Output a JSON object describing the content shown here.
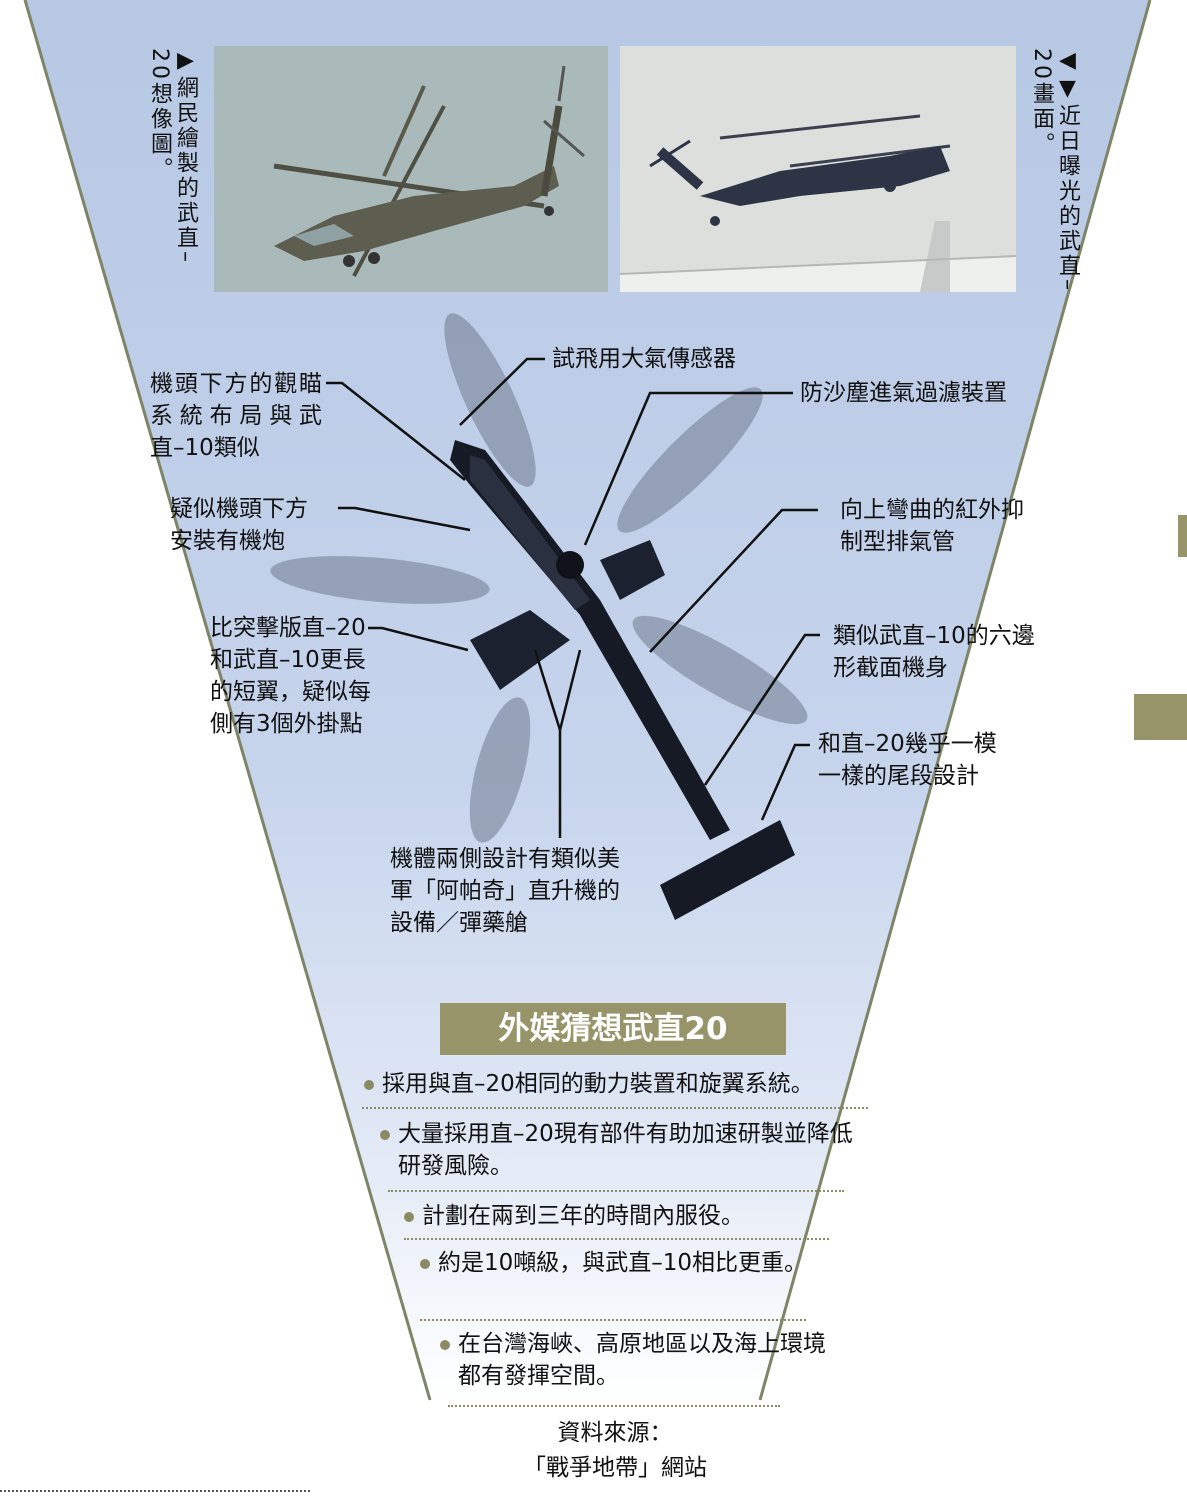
{
  "photo_captions": {
    "left": "▶網民繪製的武直–20想像圖。",
    "right": "◀▼近日曝光的武直–20畫面。"
  },
  "callouts": {
    "sighting": "機頭下方的觀瞄系統布局與武直–10類似",
    "test_sensor": "試飛用大氣傳感器",
    "dust_filter": "防沙塵進氣過濾裝置",
    "cannon": "疑似機頭下方安裝有機炮",
    "exhaust": "向上彎曲的紅外抑制型排氣管",
    "wings": "比突擊版直–20和武直–10更長的短翼，疑似每側有3個外掛點",
    "fuselage": "類似武直–10的六邊形截面機身",
    "tail": "和直–20幾乎一模一樣的尾段設計",
    "pods": "機體兩側設計有類似美軍「阿帕奇」直升機的設備／彈藥艙"
  },
  "title": "外媒猜想武直20",
  "bullets": [
    "採用與直–20相同的動力裝置和旋翼系統。",
    "大量採用直–20現有部件有助加速研製並降低研發風險。",
    "計劃在兩到三年的時間內服役。",
    "約是10噸級，與武直–10相比更重。",
    "在台灣海峽、高原地區以及海上環境都有發揮空間。"
  ],
  "source": {
    "label": "資料來源：",
    "value": "「戰爭地帶」網站"
  },
  "colors": {
    "accent": "#98946a",
    "sky": "#c2d2ea",
    "camo": "#7e8466"
  }
}
